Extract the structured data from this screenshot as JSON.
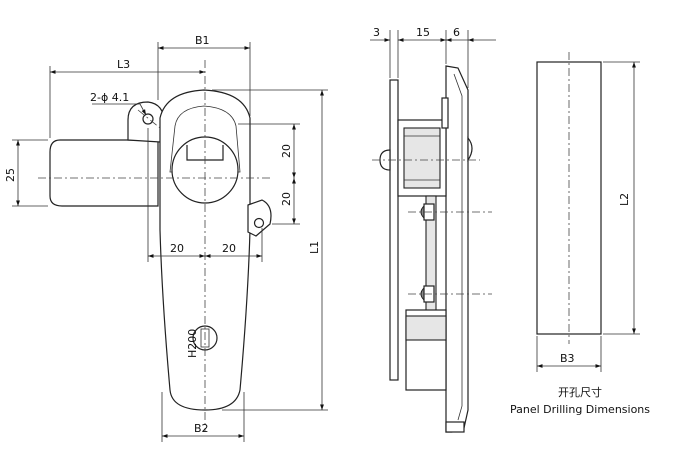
{
  "front_view": {
    "b1": "B1",
    "l3": "L3",
    "holes": "2-ϕ 4.1",
    "h25": "25",
    "v20_upper": "20",
    "v20_lower": "20",
    "h20_left": "20",
    "h20_right": "20",
    "l1": "L1",
    "h200": "H200",
    "b2": "B2"
  },
  "side_view": {
    "t3": "3",
    "t15": "15",
    "t6": "6"
  },
  "cutout_view": {
    "l2": "L2",
    "b3": "B3",
    "caption_cn": "开孔尺寸",
    "caption_en": "Panel Drilling Dimensions"
  }
}
